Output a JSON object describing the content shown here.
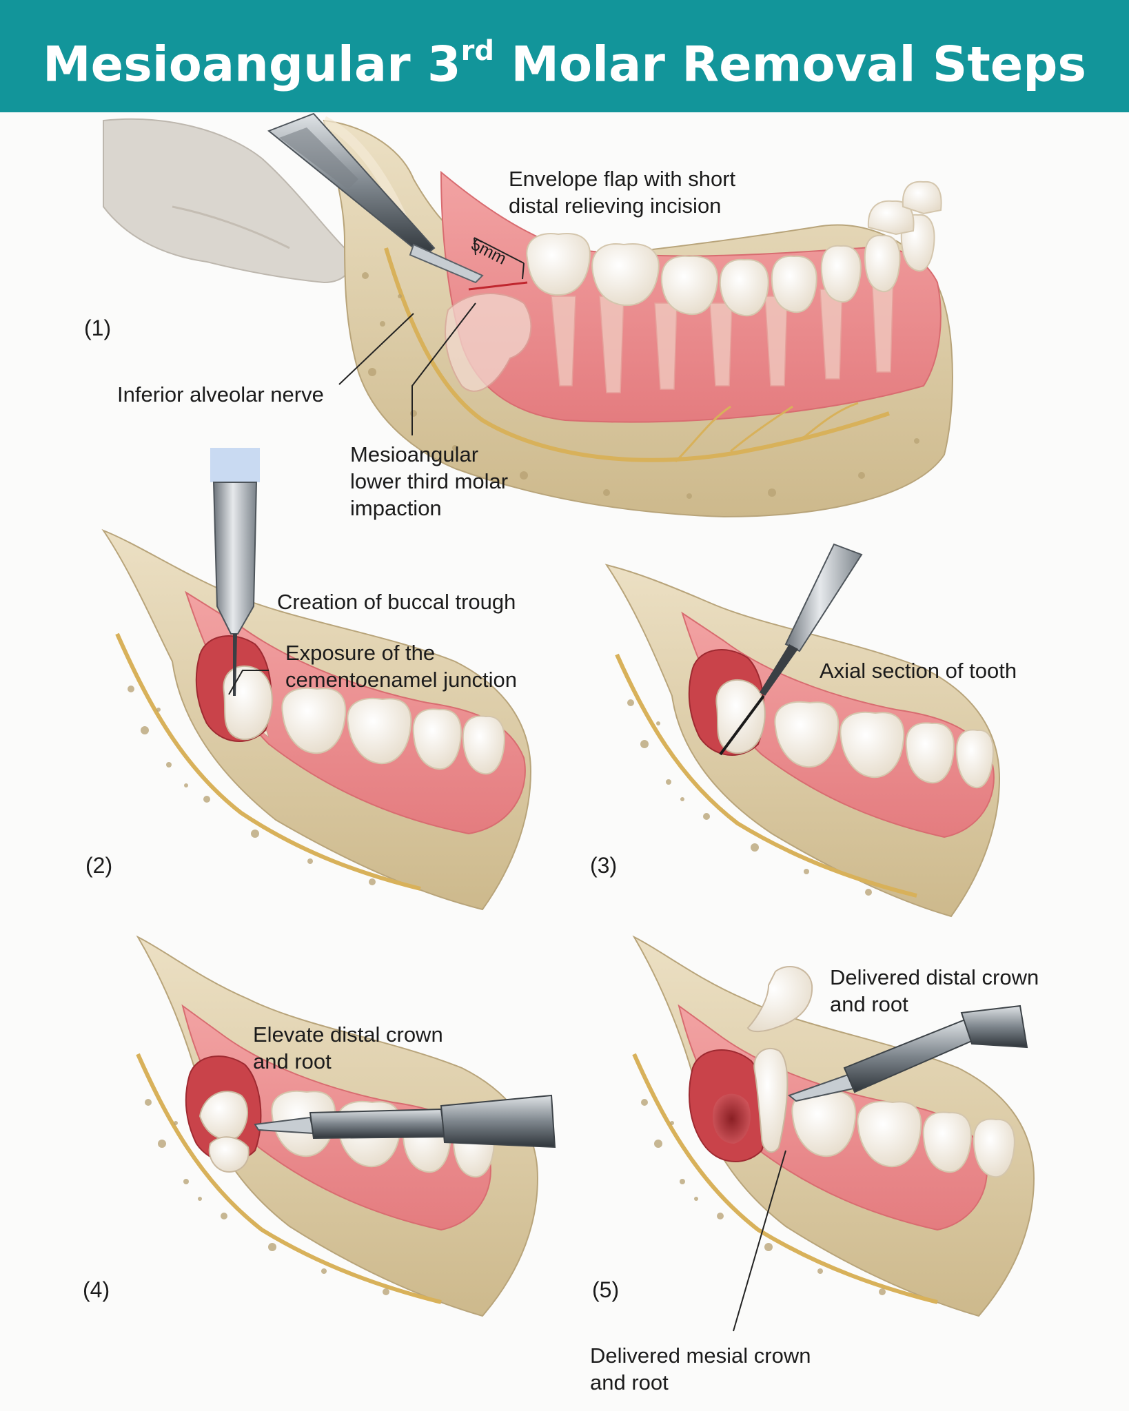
{
  "title": {
    "main": "Mesioangular 3",
    "superscript": "rd",
    "rest": " Molar Removal Steps"
  },
  "colors": {
    "header": "#12959a",
    "bone": "#e0d1ad",
    "gum": "#eb8c8f",
    "tooth": "#f6efe2",
    "nerve": "#d8b15a",
    "steel": "#9aa1a8"
  },
  "panels": [
    {
      "step": "(1)",
      "labels": {
        "flap_line1": "Envelope flap with short",
        "flap_line2": "distal relieving incision",
        "measure": "5mm",
        "nerve": "Inferior alveolar nerve",
        "impaction_line1": "Mesioangular",
        "impaction_line2": "lower third molar",
        "impaction_line3": "impaction"
      }
    },
    {
      "step": "(2)",
      "labels": {
        "trough": "Creation of buccal trough",
        "cej_line1": "Exposure of the",
        "cej_line2": "cementoenamel junction"
      }
    },
    {
      "step": "(3)",
      "labels": {
        "axial": "Axial section of tooth"
      }
    },
    {
      "step": "(4)",
      "labels": {
        "elevate_line1": "Elevate distal crown",
        "elevate_line2": "and root"
      }
    },
    {
      "step": "(5)",
      "labels": {
        "distal_line1": "Delivered distal crown",
        "distal_line2": "and root",
        "mesial_line1": "Delivered mesial crown",
        "mesial_line2": "and root"
      }
    }
  ]
}
